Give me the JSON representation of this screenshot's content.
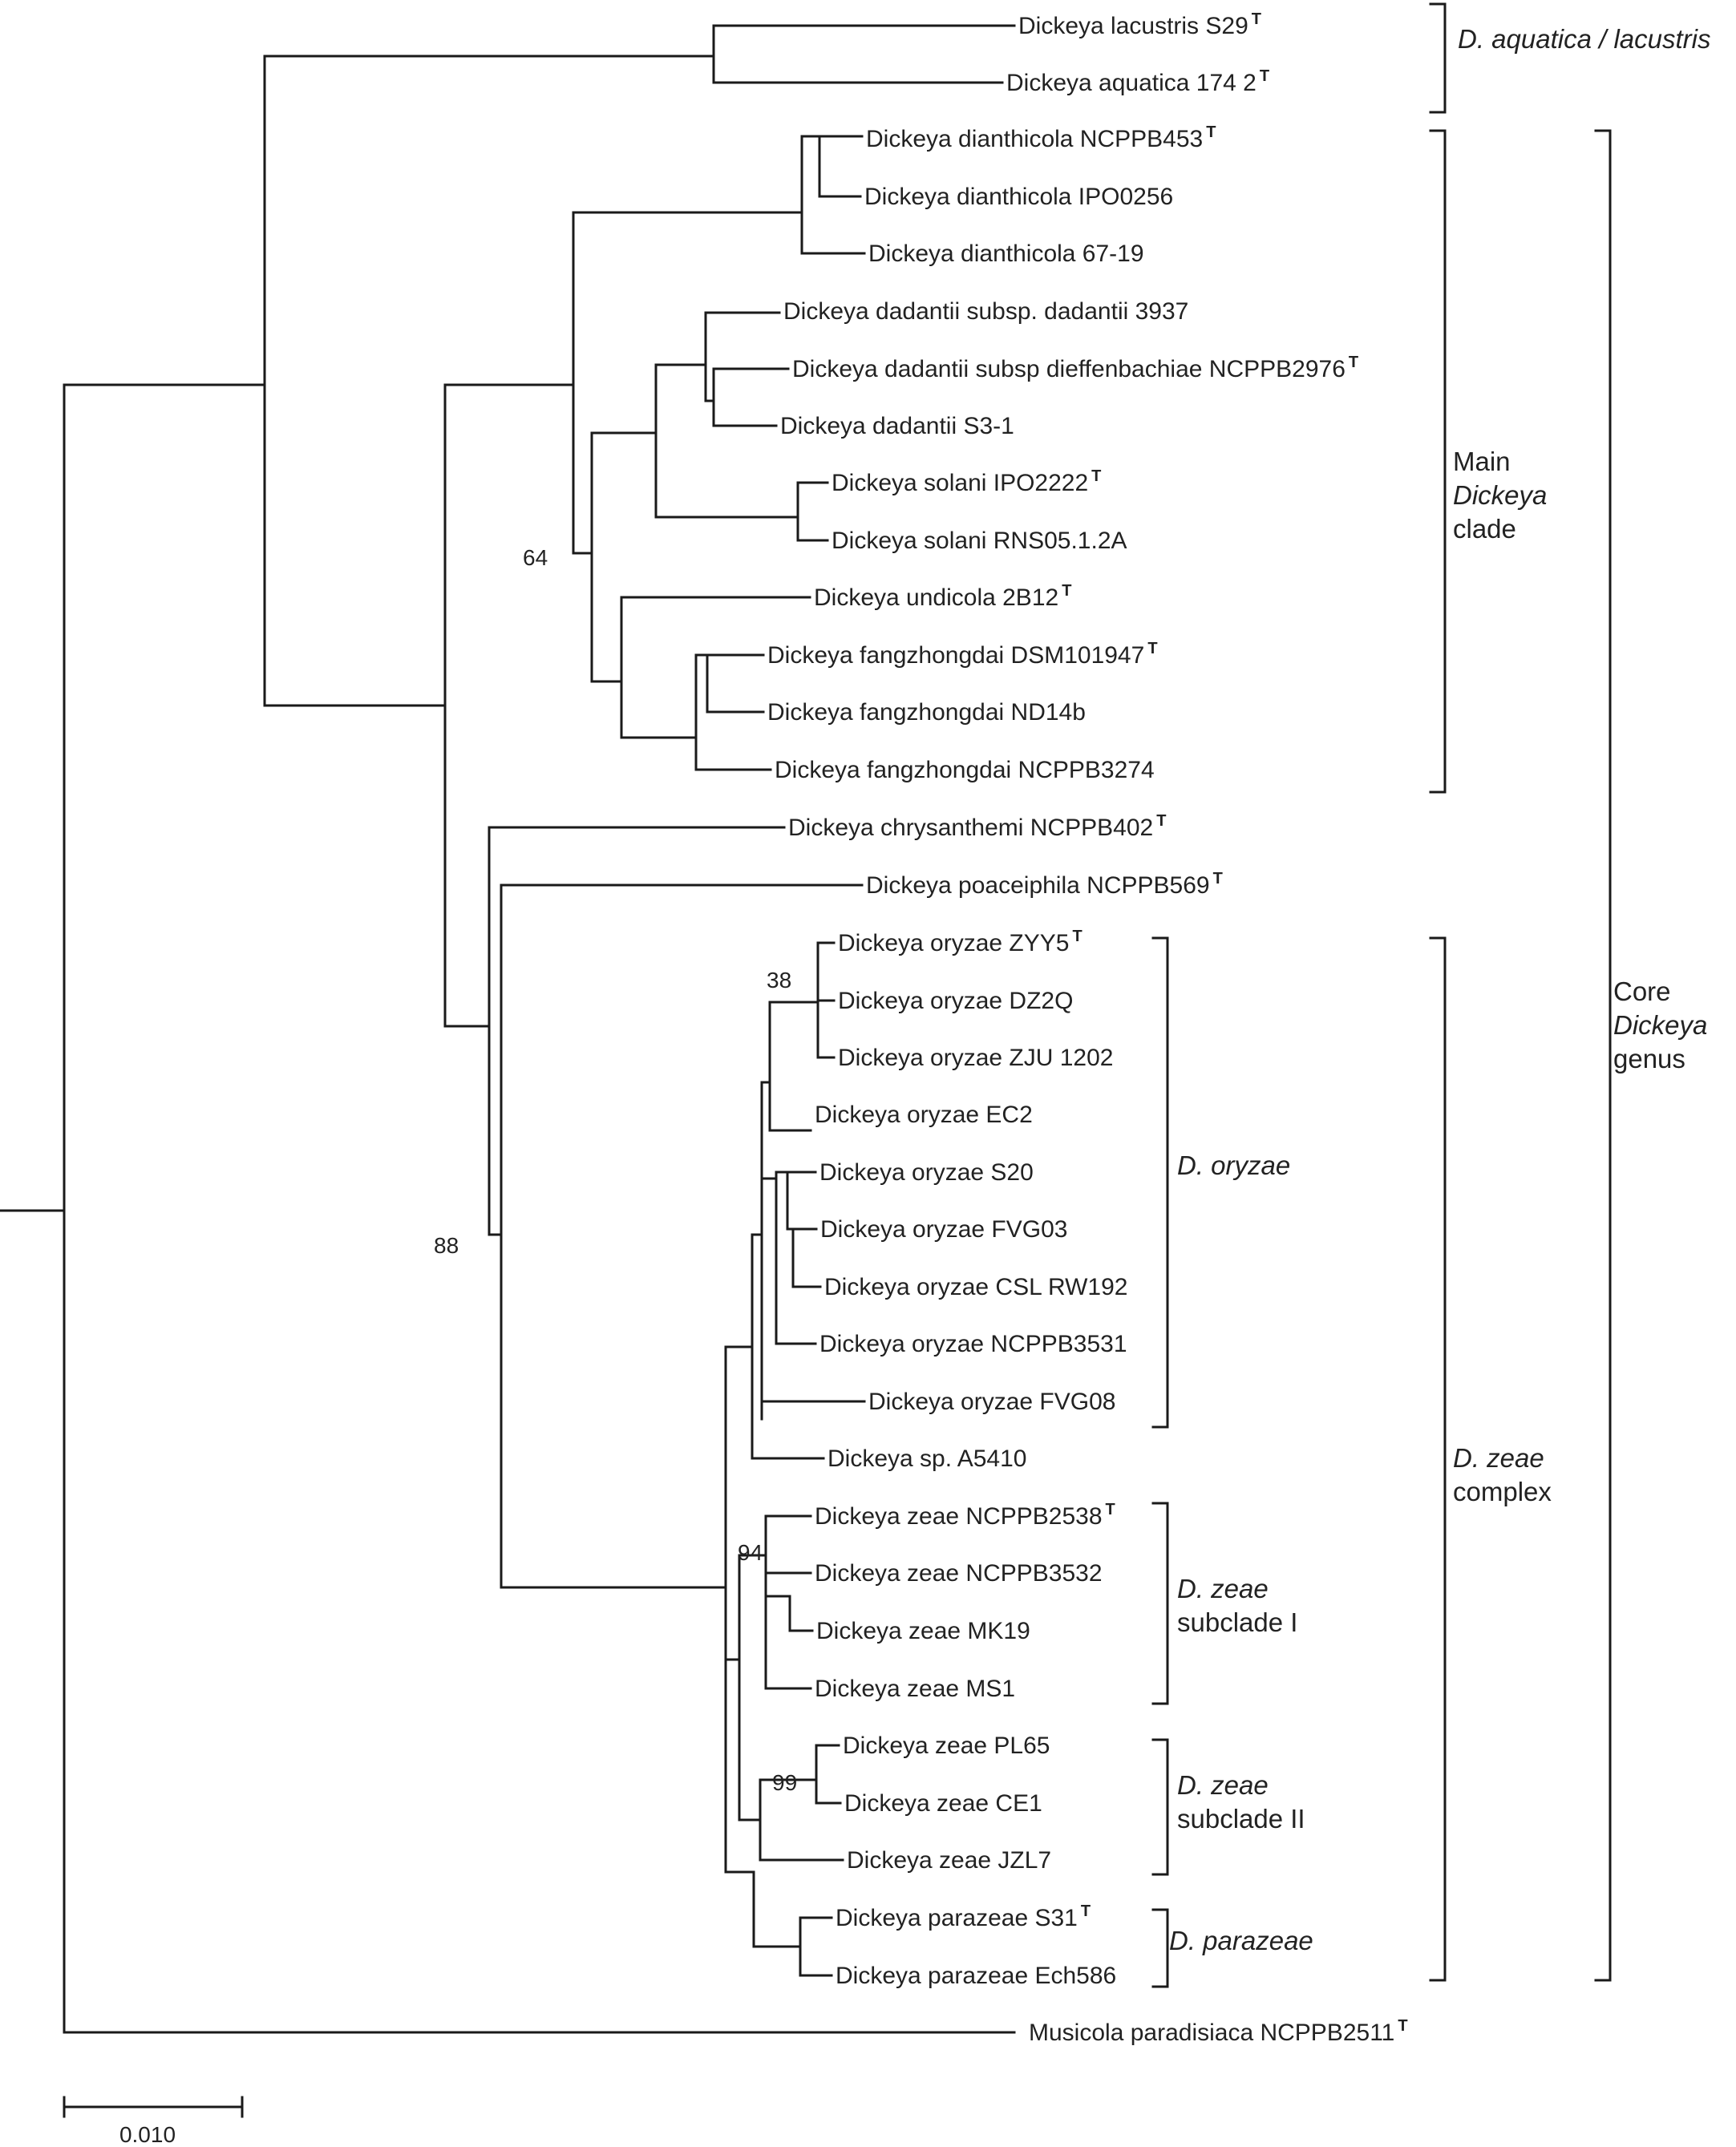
{
  "leaves": [
    {
      "id": "lac",
      "name": "Dickeya lacustris S29",
      "type_strain": true
    },
    {
      "id": "aqu",
      "name": "Dickeya aquatica 174 2",
      "type_strain": true
    },
    {
      "id": "dia1",
      "name": "Dickeya dianthicola NCPPB453",
      "type_strain": true
    },
    {
      "id": "dia2",
      "name": "Dickeya dianthicola IPO0256",
      "type_strain": false
    },
    {
      "id": "dia3",
      "name": "Dickeya dianthicola 67-19",
      "type_strain": false
    },
    {
      "id": "dad1",
      "name": "Dickeya dadantii subsp. dadantii 3937",
      "type_strain": false
    },
    {
      "id": "dad2",
      "name": "Dickeya dadantii subsp dieffenbachiae NCPPB2976",
      "type_strain": true
    },
    {
      "id": "dad3",
      "name": "Dickeya dadantii S3-1",
      "type_strain": false
    },
    {
      "id": "sol1",
      "name": "Dickeya solani IPO2222",
      "type_strain": true
    },
    {
      "id": "sol2",
      "name": "Dickeya solani RNS05.1.2A",
      "type_strain": false
    },
    {
      "id": "und",
      "name": "Dickeya undicola 2B12",
      "type_strain": true
    },
    {
      "id": "fan1",
      "name": "Dickeya fangzhongdai DSM101947",
      "type_strain": true
    },
    {
      "id": "fan2",
      "name": "Dickeya fangzhongdai ND14b",
      "type_strain": false
    },
    {
      "id": "fan3",
      "name": "Dickeya fangzhongdai NCPPB3274",
      "type_strain": false
    },
    {
      "id": "chr",
      "name": "Dickeya chrysanthemi NCPPB402",
      "type_strain": true
    },
    {
      "id": "poa",
      "name": "Dickeya poaceiphila NCPPB569",
      "type_strain": true
    },
    {
      "id": "ory1",
      "name": "Dickeya oryzae ZYY5",
      "type_strain": true
    },
    {
      "id": "ory2",
      "name": "Dickeya oryzae DZ2Q",
      "type_strain": false
    },
    {
      "id": "ory3",
      "name": "Dickeya oryzae ZJU 1202",
      "type_strain": false
    },
    {
      "id": "ory4",
      "name": "Dickeya oryzae EC2",
      "type_strain": false
    },
    {
      "id": "ory5",
      "name": "Dickeya oryzae S20",
      "type_strain": false
    },
    {
      "id": "ory6",
      "name": "Dickeya oryzae FVG03",
      "type_strain": false
    },
    {
      "id": "ory7",
      "name": "Dickeya oryzae CSL RW192",
      "type_strain": false
    },
    {
      "id": "ory8",
      "name": "Dickeya oryzae NCPPB3531",
      "type_strain": false
    },
    {
      "id": "ory9",
      "name": "Dickeya oryzae FVG08",
      "type_strain": false
    },
    {
      "id": "spA",
      "name": "Dickeya sp. A5410",
      "type_strain": false
    },
    {
      "id": "zea1",
      "name": "Dickeya zeae NCPPB2538",
      "type_strain": true
    },
    {
      "id": "zea2",
      "name": "Dickeya zeae NCPPB3532",
      "type_strain": false
    },
    {
      "id": "zea3",
      "name": "Dickeya zeae MK19",
      "type_strain": false
    },
    {
      "id": "zea4",
      "name": "Dickeya zeae MS1",
      "type_strain": false
    },
    {
      "id": "zea5",
      "name": "Dickeya zeae PL65",
      "type_strain": false
    },
    {
      "id": "zea6",
      "name": "Dickeya zeae CE1",
      "type_strain": false
    },
    {
      "id": "zea7",
      "name": "Dickeya zeae JZL7",
      "type_strain": false
    },
    {
      "id": "par1",
      "name": "Dickeya parazeae S31",
      "type_strain": true
    },
    {
      "id": "par2",
      "name": "Dickeya parazeae Ech586",
      "type_strain": false
    },
    {
      "id": "mus",
      "name": "Musicola paradisiaca NCPPB2511",
      "type_strain": true
    }
  ],
  "type_strain_marker": "T",
  "bootstrap": [
    {
      "id": "b64",
      "value": "64"
    },
    {
      "id": "b88",
      "value": "88"
    },
    {
      "id": "b38",
      "value": "38"
    },
    {
      "id": "b94",
      "value": "94"
    },
    {
      "id": "b99",
      "value": "99"
    }
  ],
  "groups": [
    {
      "id": "aqua_lac",
      "lines": [
        {
          "text": "D. aquatica / lacustris",
          "italic": true
        }
      ]
    },
    {
      "id": "main",
      "lines": [
        {
          "text": "Main",
          "italic": false
        },
        {
          "text": "Dickeya",
          "italic": true
        },
        {
          "text": "clade",
          "italic": false
        }
      ]
    },
    {
      "id": "oryzae",
      "lines": [
        {
          "text": "D. oryzae",
          "italic": true
        }
      ]
    },
    {
      "id": "zeae1",
      "lines": [
        {
          "text": "D. zeae",
          "italic": true
        },
        {
          "text": "subclade I",
          "italic": false
        }
      ]
    },
    {
      "id": "zeae2",
      "lines": [
        {
          "text": "D. zeae",
          "italic": true
        },
        {
          "text": "subclade II",
          "italic": false
        }
      ]
    },
    {
      "id": "parazeae",
      "lines": [
        {
          "text": "D. parazeae",
          "italic": true
        }
      ]
    },
    {
      "id": "zeae_cx",
      "lines": [
        {
          "text": "D. zeae",
          "italic": true
        },
        {
          "text": "complex",
          "italic": false
        }
      ]
    },
    {
      "id": "core",
      "lines": [
        {
          "text": "Core",
          "italic": false
        },
        {
          "text": "Dickeya",
          "italic": true
        },
        {
          "text": "genus",
          "italic": false
        }
      ]
    }
  ],
  "scale_bar": {
    "value": 0.01,
    "label": "0.010"
  }
}
